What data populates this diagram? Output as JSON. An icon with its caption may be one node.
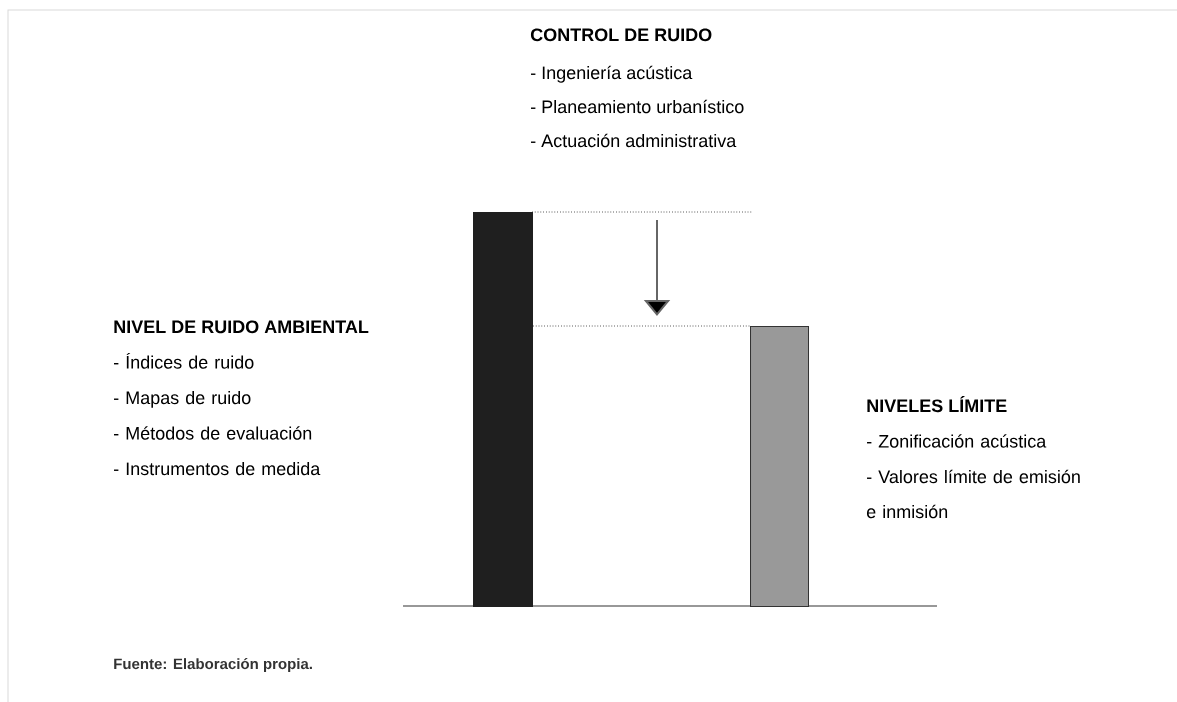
{
  "diagram": {
    "caption": "Fuente: Elaboración propia.",
    "nodes": [
      {
        "text": [],
        "shape": "bar",
        "beside": [
          "NIVEL DE RUIDO AMBIENTAL",
          "- Índices de ruido",
          "- Mapas de ruido",
          "- Métodos de evaluación",
          "- Instrumentos de medida"
        ]
      },
      {
        "text": [],
        "shape": "bar",
        "beside": [
          "NIVELES LÍMITE",
          "- Zonificación acústica",
          "- Valores límite de emisión e inmisión"
        ]
      }
    ],
    "edges": [
      {
        "from": 0,
        "to": 1,
        "arrow": "none",
        "style": "dashed"
      }
    ],
    "labels": [
      "CONTROL DE RUIDO",
      "- Ingeniería acústica",
      "- Planeamiento urbanístico",
      "- Actuación administrativa"
    ]
  }
}
